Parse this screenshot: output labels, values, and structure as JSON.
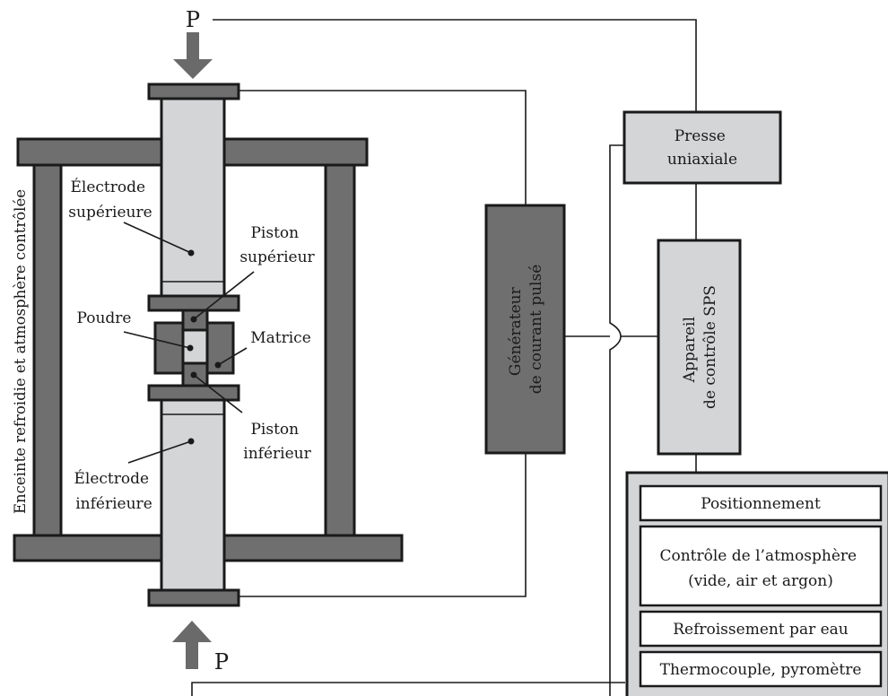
{
  "pressure_top": "P",
  "pressure_bottom": "P",
  "enclosure_label": "Enceinte refroidie et atmosphère contrôlée",
  "electrode_top": [
    "Électrode",
    "supérieure"
  ],
  "electrode_bottom": [
    "Électrode",
    "inférieure"
  ],
  "piston_top": [
    "Piston",
    "supérieur"
  ],
  "piston_bottom": [
    "Piston",
    "inférieur"
  ],
  "powder": "Poudre",
  "die": "Matrice",
  "generator": [
    "Générateur",
    "de courant pulsé"
  ],
  "press": [
    "Presse",
    "uniaxiale"
  ],
  "control": [
    "Appareil",
    "de contrôle SPS"
  ],
  "control_items": [
    [
      "Positionnement"
    ],
    [
      "Contrôle de l’atmosphère",
      "(vide, air et argon)"
    ],
    [
      "Refroissement par eau"
    ],
    [
      "Thermocouple, pyromètre"
    ]
  ],
  "colors": {
    "dark_gray": "#6f6f6f",
    "light_gray": "#d4d5d7",
    "outline": "#1a1a1a"
  }
}
